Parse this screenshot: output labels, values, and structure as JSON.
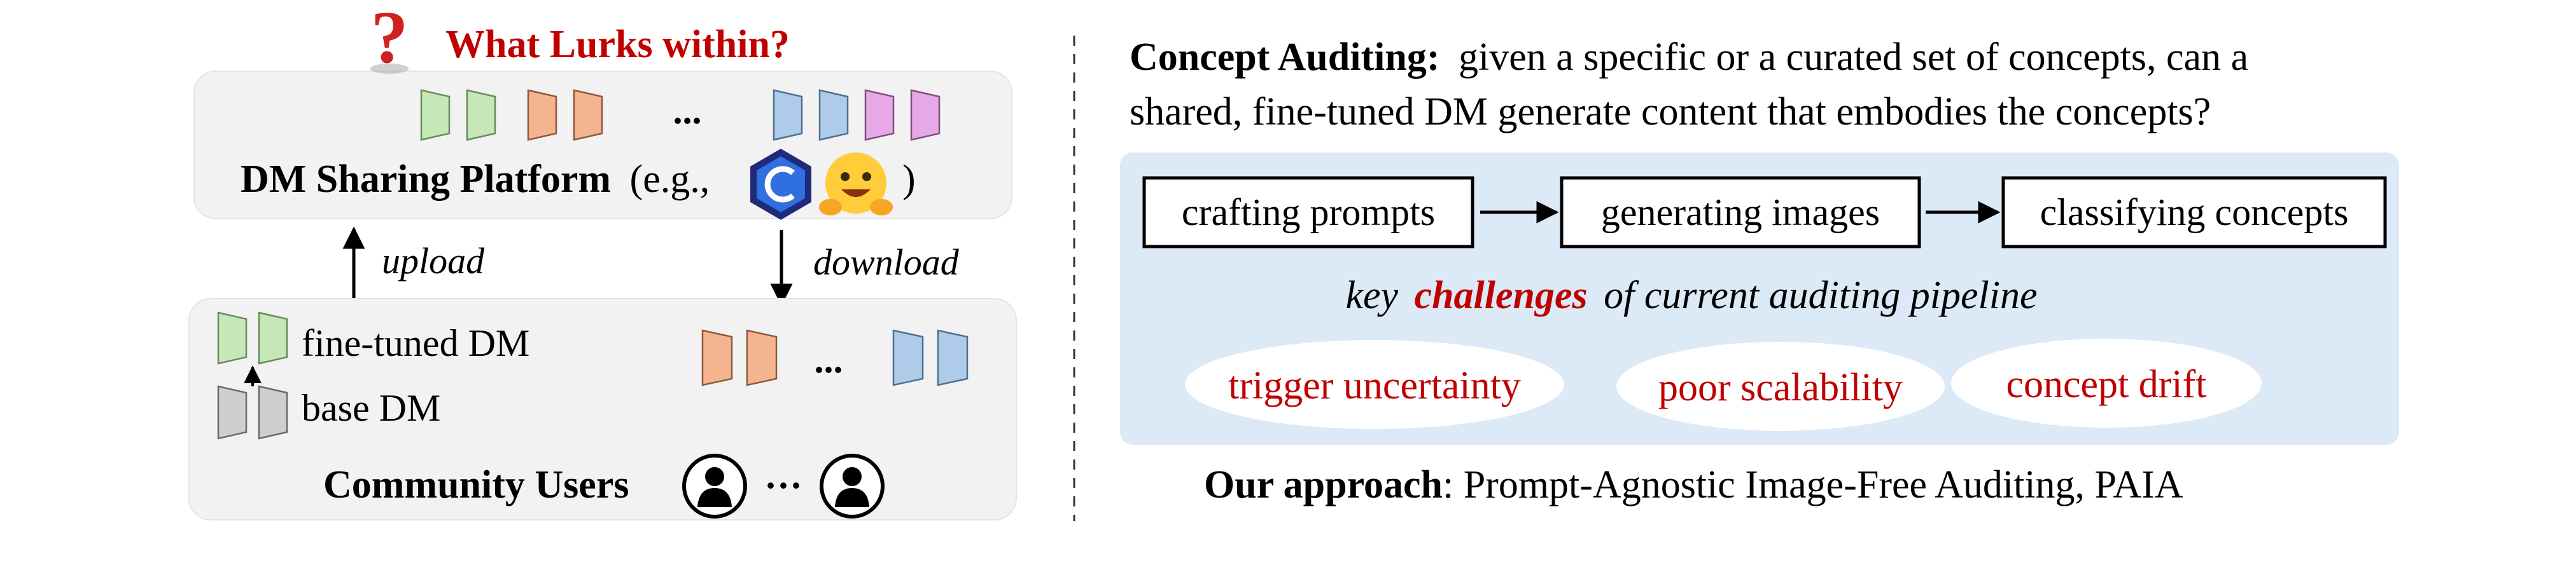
{
  "left": {
    "question_title": "What Lurks within?",
    "question_icon": "red-question-mark-icon",
    "ellipsis": "...",
    "platform_label_bold": "DM Sharing Platform",
    "platform_label_paren_open": "(e.g.,",
    "platform_label_paren_close": ")",
    "platform_icons": [
      "civitai-logo-icon",
      "hugging-face-icon"
    ],
    "upload_label": "upload",
    "download_label": "download",
    "fine_tuned_label": "fine-tuned DM",
    "base_label": "base DM",
    "community_label": "Community Users",
    "users_ellipsis": "···",
    "colors": {
      "green": "#c6e8b7",
      "orange": "#f4b48f",
      "blue": "#aecbea",
      "purple": "#e6a8e6",
      "gray": "#cfcfcf",
      "panel": "#f2f2f2",
      "red_text": "#c00000"
    }
  },
  "right": {
    "concept_heading": "Concept Auditing:",
    "concept_text_line1": "given a specific or a curated set of concepts, can a",
    "concept_text_line2": "shared, fine-tuned DM generate content that embodies the concepts?",
    "pipeline_steps": [
      "crafting prompts",
      "generating images",
      "classifying concepts"
    ],
    "challenges_pre": "key",
    "challenges_word": "challenges",
    "challenges_post": "of current auditing pipeline",
    "challenges": [
      "trigger uncertainty",
      "poor scalability",
      "concept drift"
    ],
    "approach_bold": "Our approach",
    "approach_text": ": Prompt-Agnostic Image-Free Auditing, PAIA",
    "colors": {
      "panel": "#dce9f6",
      "red_text": "#c00000"
    }
  }
}
